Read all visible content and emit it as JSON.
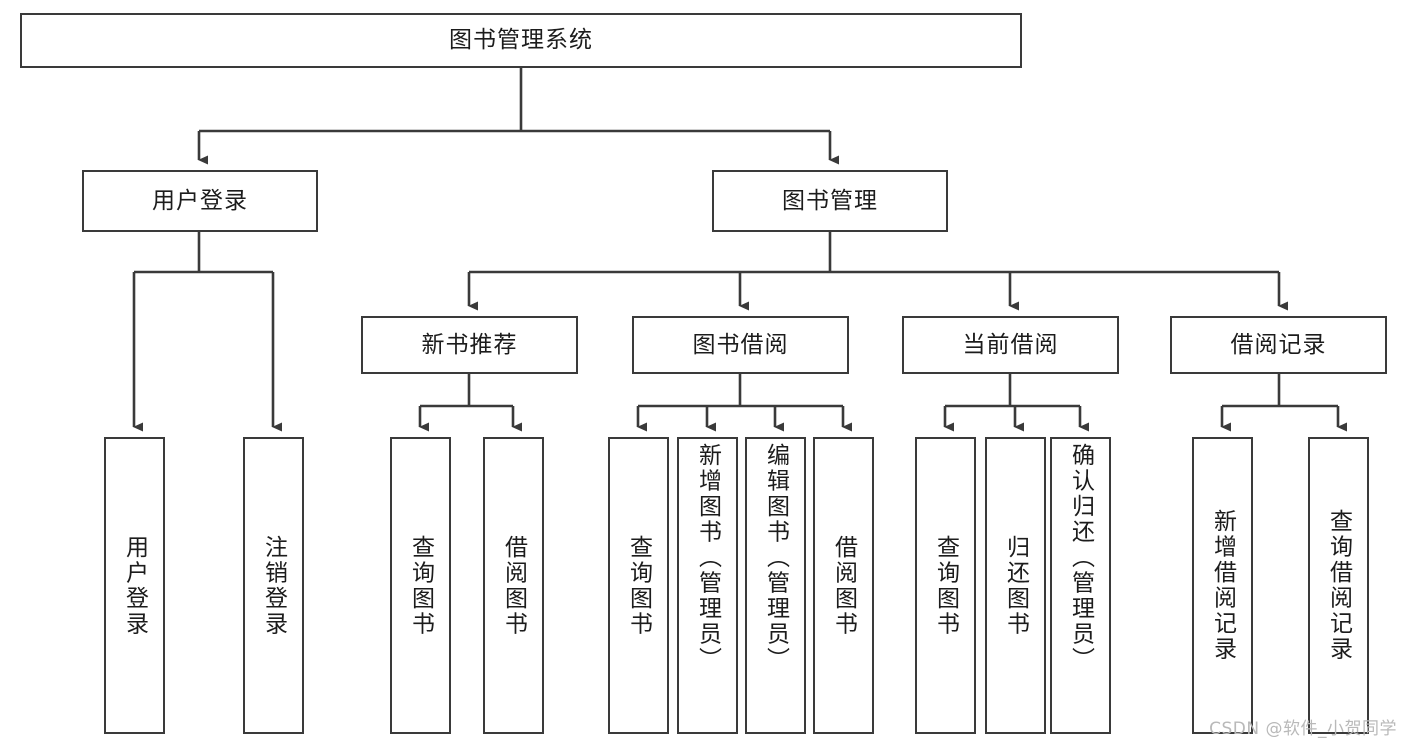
{
  "diagram": {
    "type": "tree-hierarchy-chart",
    "title": "图书管理系统",
    "watermark": "CSDN @软件_小贺同学",
    "colors": {
      "stroke": "#3a3a3a",
      "fill": "#ffffff",
      "text": "#1c1c1c",
      "watermark": "#b9b9b9"
    },
    "levels": {
      "root": {
        "label": "图书管理系统"
      },
      "level2": [
        {
          "id": "user-login",
          "label": "用户登录"
        },
        {
          "id": "book-management",
          "label": "图书管理"
        }
      ],
      "level3": [
        {
          "id": "new-book-recommend",
          "label": "新书推荐",
          "parent": "book-management"
        },
        {
          "id": "book-borrow",
          "label": "图书借阅",
          "parent": "book-management"
        },
        {
          "id": "current-borrow",
          "label": "当前借阅",
          "parent": "book-management"
        },
        {
          "id": "borrow-record",
          "label": "借阅记录",
          "parent": "book-management"
        }
      ],
      "leaves": [
        {
          "id": "leaf-user-login",
          "label": "用户登录",
          "parent": "user-login"
        },
        {
          "id": "leaf-logout",
          "label": "注销登录",
          "parent": "user-login"
        },
        {
          "id": "leaf-query-book-1",
          "label": "查询图书",
          "parent": "new-book-recommend"
        },
        {
          "id": "leaf-borrow-book-1",
          "label": "借阅图书",
          "parent": "new-book-recommend"
        },
        {
          "id": "leaf-query-book-2",
          "label": "查询图书",
          "parent": "book-borrow"
        },
        {
          "id": "leaf-add-book",
          "label": "新增图书（管理员）",
          "parent": "book-borrow"
        },
        {
          "id": "leaf-edit-book",
          "label": "编辑图书（管理员）",
          "parent": "book-borrow"
        },
        {
          "id": "leaf-borrow-book-2",
          "label": "借阅图书",
          "parent": "book-borrow"
        },
        {
          "id": "leaf-query-book-3",
          "label": "查询图书",
          "parent": "current-borrow"
        },
        {
          "id": "leaf-return-book",
          "label": "归还图书",
          "parent": "current-borrow"
        },
        {
          "id": "leaf-confirm-return",
          "label": "确认归还（管理员）",
          "parent": "current-borrow"
        },
        {
          "id": "leaf-add-record",
          "label": "新增借阅记录",
          "parent": "borrow-record"
        },
        {
          "id": "leaf-query-record",
          "label": "查询借阅记录",
          "parent": "borrow-record"
        }
      ]
    }
  }
}
